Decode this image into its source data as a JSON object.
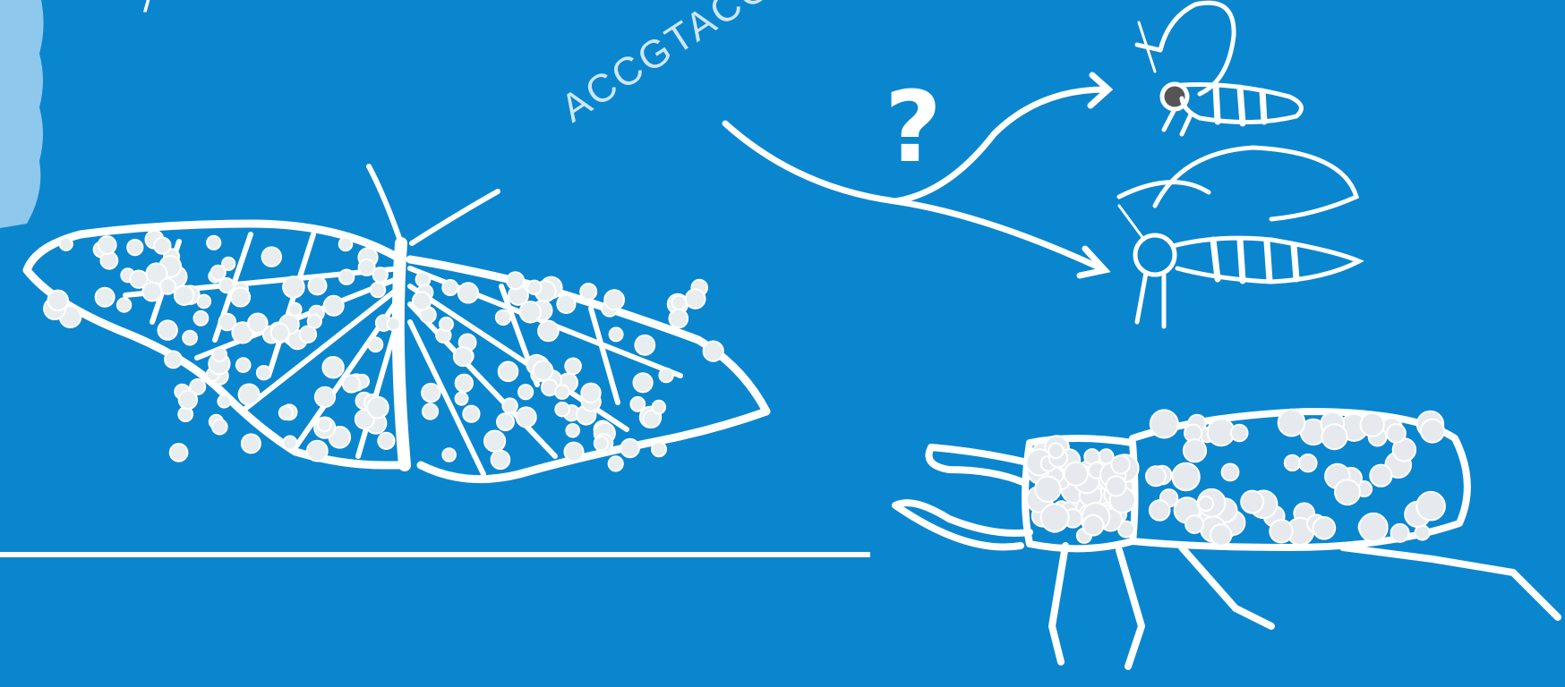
{
  "dna_sequence": "ACCGTACGGA",
  "question_mark": "?",
  "top_fragment_text": "/",
  "colors": {
    "background": "#0a86cf",
    "drawing": "#ffffff",
    "spots": "#e8edf0",
    "dna_text": "#cfe6f5",
    "side_tab": "#8ec8ec"
  },
  "illustrations": [
    "butterfly",
    "wasp",
    "bee",
    "stag-beetle"
  ]
}
